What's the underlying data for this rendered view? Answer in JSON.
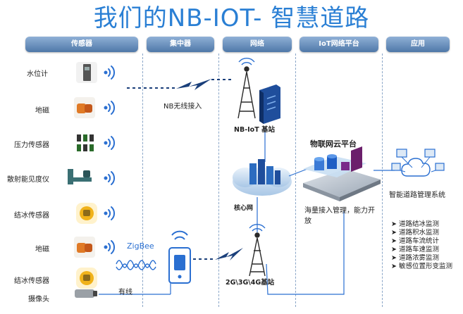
{
  "title": "我们的NB-IOT- 智慧道路",
  "columns": [
    {
      "key": "sensor",
      "label": "传感器"
    },
    {
      "key": "concentrator",
      "label": "集中器"
    },
    {
      "key": "network",
      "label": "网络"
    },
    {
      "key": "iot_platform",
      "label": "IoT网络平台"
    },
    {
      "key": "application",
      "label": "应用"
    }
  ],
  "sensors": [
    {
      "label": "水位计",
      "icon": "water-level-meter-icon"
    },
    {
      "label": "地磁",
      "icon": "geomagnetic-sensor-icon"
    },
    {
      "label": "压力传感器",
      "icon": "pressure-sensor-icon"
    },
    {
      "label": "散射能见度仪",
      "icon": "visibility-meter-icon"
    },
    {
      "label": "结冰传感器",
      "icon": "ice-sensor-icon"
    },
    {
      "label": "地磁",
      "icon": "geomagnetic-sensor-icon"
    },
    {
      "label": "结冰传感器",
      "icon": "ice-sensor-icon"
    },
    {
      "label": "摄像头",
      "icon": "camera-icon"
    }
  ],
  "links": {
    "nb_wireless": "NB无线接入",
    "zigbee": "ZigBee",
    "wired": "有线"
  },
  "network": {
    "nb_station": "NB-IoT 基站",
    "core": "核心网",
    "cellular_station": "2G\\3G\\4G基站"
  },
  "platform": {
    "name": "物联网云平台",
    "desc": "海量接入管理，能力开放"
  },
  "application": {
    "system": "智能道路管理系统",
    "items": [
      "道路结冰监测",
      "道路积水监测",
      "道路车流统计",
      "道路车速监测",
      "道路浓雾监测",
      "敏感位置形变监测"
    ]
  },
  "colors": {
    "title": "#2a7fd4",
    "header": "#5a80ad",
    "link": "#1a5fb4"
  }
}
